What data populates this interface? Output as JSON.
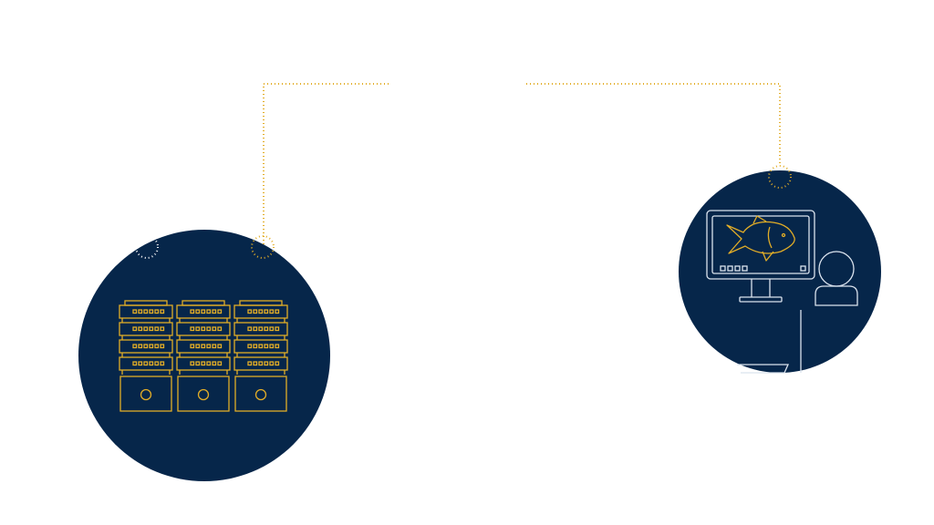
{
  "diagram": {
    "nodes": [
      {
        "id": "servers",
        "icon": "server-rack-icon",
        "circle_color": "#06264a"
      },
      {
        "id": "workstation",
        "icon": "monitor-fish-icon",
        "secondary_icon": "user-icon",
        "circle_color": "#06264a"
      }
    ],
    "connector": {
      "from": "servers",
      "to": "workstation",
      "style": "dotted"
    }
  },
  "colors": {
    "background": "#ffffff",
    "circle": "#06264a",
    "accent": "#e2ad27",
    "outline": "#dbe3ee"
  }
}
